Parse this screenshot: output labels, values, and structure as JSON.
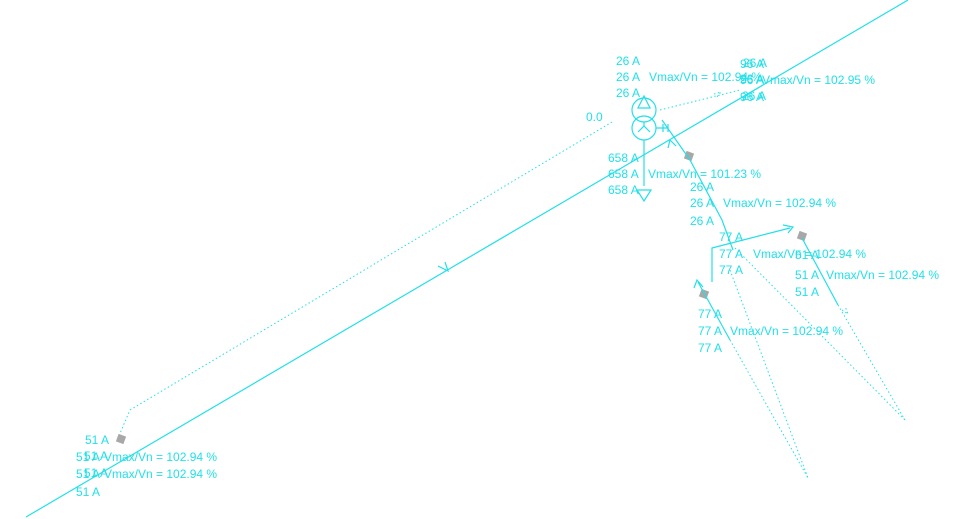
{
  "colors": {
    "element": "#22e0e8",
    "switch": "#a8a8a8",
    "background": "#ffffff"
  },
  "transformer": {
    "hv_current_1": "26 A",
    "hv_current_2": "26 A",
    "hv_current_3": "26 A",
    "hv_voltage": "Vmax/Vn = 102.94 %",
    "angle_value": "0.0",
    "lv_current_1": "658 A",
    "lv_current_2": "658 A",
    "lv_current_3": "658 A",
    "lv_voltage": "Vmax/Vn = 101.23 %"
  },
  "top_node": {
    "current_1a": "96 A",
    "current_1b": "26 A",
    "current_2a": "96 A",
    "current_2b": "26 A",
    "current_3a": "96 A",
    "current_3b": "26 A",
    "voltage": "Vmax/Vn = 102.95 %"
  },
  "branch_a": {
    "current_1": "26 A",
    "current_2": "26 A",
    "current_3": "26 A",
    "voltage": "Vmax/Vn = 102.94 %"
  },
  "branch_b": {
    "current_1": "77 A",
    "current_2": "77 A",
    "current_3": "77 A",
    "voltage": "Vmax/Vn = 102.94 %"
  },
  "branch_c": {
    "current_1": "51 A",
    "current_2": "51 A",
    "current_3": "51 A",
    "voltage": "Vmax/Vn = 102.94 %"
  },
  "branch_d": {
    "current_1": "77 A",
    "current_2": "77 A",
    "current_3": "77 A",
    "voltage": "Vmax/Vn = 102.94 %"
  },
  "bottom_node": {
    "current_top": "51 A",
    "current_1a": "51 A",
    "current_1b": "51 A",
    "current_2a": "51 A",
    "current_2b": "51 A",
    "current_bottom": "51 A",
    "voltage_1": "Vmax/Vn = 102.94 %",
    "voltage_2": "Vmax/Vn = 102.94 %"
  }
}
